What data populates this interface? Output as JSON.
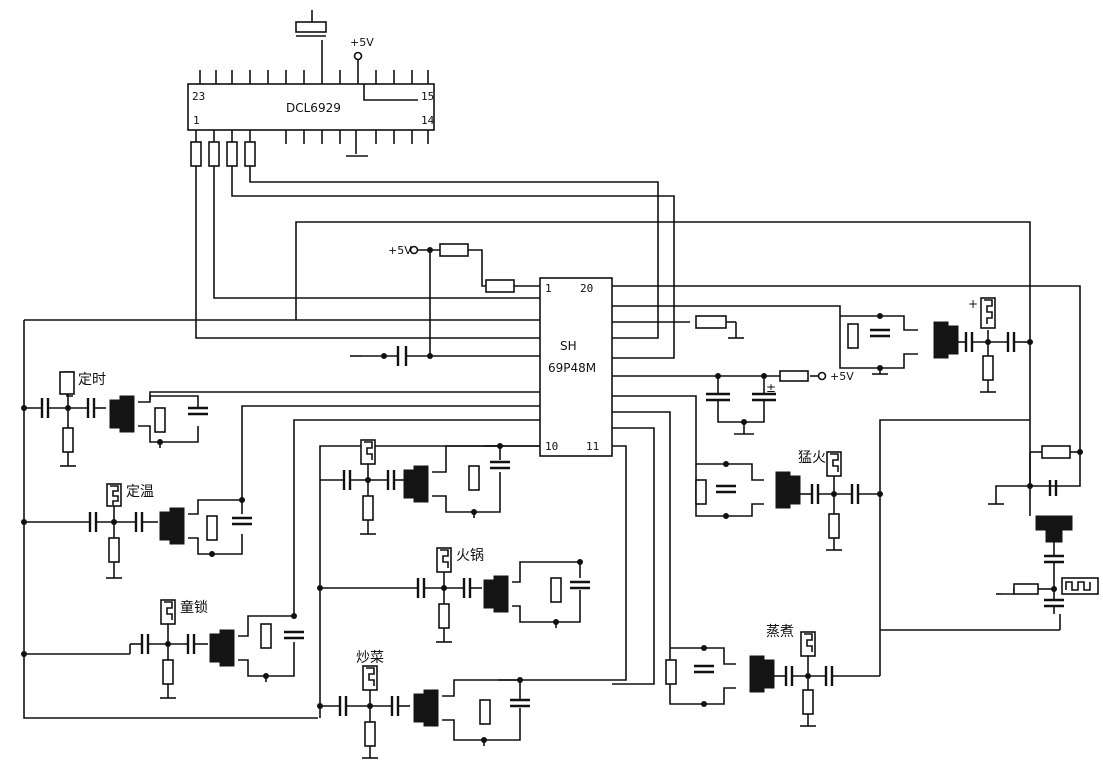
{
  "chips": {
    "driver": {
      "name": "DCL6929",
      "pin_tl": "23",
      "pin_bl": "1",
      "pin_tr": "15",
      "pin_br": "14"
    },
    "mcu": {
      "line1": "SH",
      "line2": "69P48M",
      "pin_tl": "1",
      "pin_tr": "20",
      "pin_bl": "10",
      "pin_br": "11"
    }
  },
  "supply": {
    "top": "+5V",
    "left": "+5V",
    "right": "+5V"
  },
  "polarity": {
    "cap_plus": "±",
    "probe_plus": "+"
  },
  "buttons": {
    "timing": "定时",
    "temp": "定温",
    "lock": "童锁",
    "hotpot": "火锅",
    "stirfry": "炒菜",
    "boost": "猛火",
    "steam": "蒸煮"
  }
}
